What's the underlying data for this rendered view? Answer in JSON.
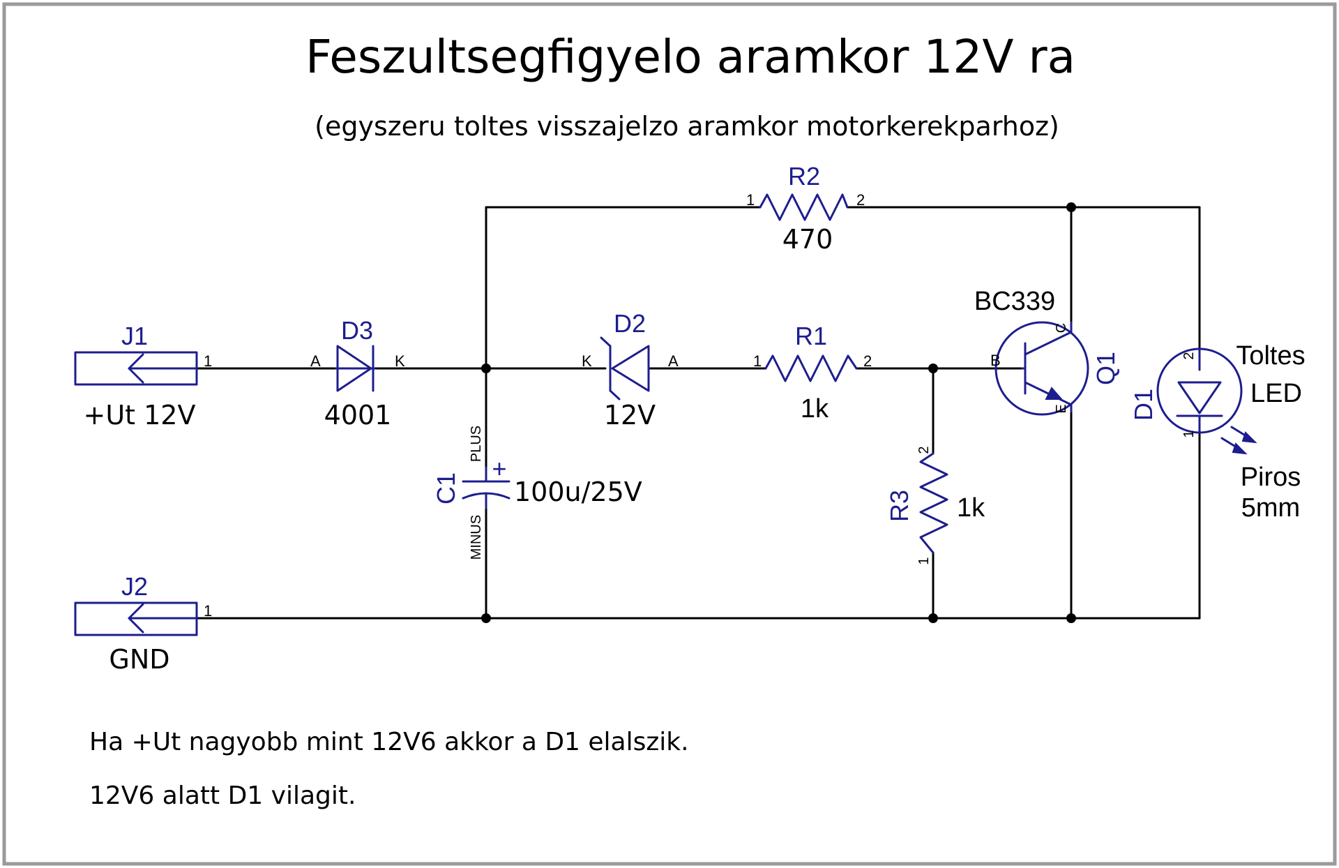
{
  "title": "Feszultsegfigyelo aramkor 12V ra",
  "subtitle": "(egyszeru toltes visszajelzo aramkor  motorkerekparhoz)",
  "components": {
    "J1": {
      "ref": "J1",
      "value": "+Ut 12V",
      "pin": "1"
    },
    "J2": {
      "ref": "J2",
      "value": "GND",
      "pin": "1"
    },
    "D3": {
      "ref": "D3",
      "value": "4001",
      "pin_a": "A",
      "pin_k": "K"
    },
    "D2": {
      "ref": "D2",
      "value": "12V",
      "pin_a": "A",
      "pin_k": "K"
    },
    "R1": {
      "ref": "R1",
      "value": "1k",
      "pin1": "1",
      "pin2": "2"
    },
    "R2": {
      "ref": "R2",
      "value": "470",
      "pin1": "1",
      "pin2": "2"
    },
    "R3": {
      "ref": "R3",
      "value": "1k",
      "pin1": "1",
      "pin2": "2"
    },
    "C1": {
      "ref": "C1",
      "value": "100u/25V",
      "plus_label": "PLUS",
      "minus_label": "MINUS",
      "polarity": "+"
    },
    "Q1": {
      "ref": "Q1",
      "value": "BC339",
      "pin_b": "B",
      "pin_c": "C",
      "pin_e": "E"
    },
    "D1": {
      "ref": "D1",
      "label_line1": "Toltes",
      "label_line2": "LED",
      "value_line1": "Piros",
      "value_line2": "5mm",
      "pin1": "1",
      "pin2": "2"
    }
  },
  "notes": [
    "Ha +Ut nagyobb mint 12V6 akkor a D1 elalszik.",
    "12V6 alatt D1 vilagit."
  ],
  "colors": {
    "symbol": "#1d1d8f",
    "wire": "#000000",
    "frame": "#9a9a9a"
  }
}
